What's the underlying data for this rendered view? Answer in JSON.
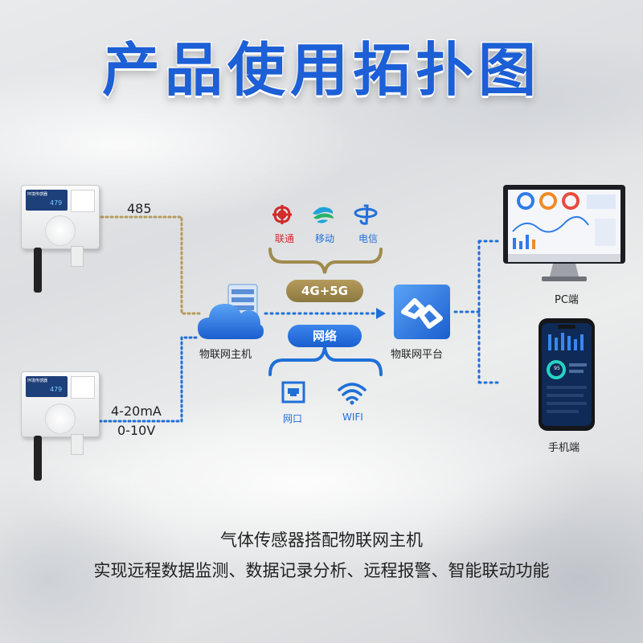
{
  "title": "产品使用拓扑图",
  "sensor_top": {
    "label": "485",
    "screen_title": "环境传感器",
    "screen_value": "479"
  },
  "sensor_bottom": {
    "label_line1": "4-20mA",
    "label_line2": "0-10V",
    "screen_title": "环境传感器",
    "screen_value": "479"
  },
  "host": {
    "label": "物联网主机"
  },
  "platform": {
    "label": "物联网平台"
  },
  "carriers": [
    {
      "name": "联通"
    },
    {
      "name": "移动"
    },
    {
      "name": "电信"
    }
  ],
  "link_cellular": "4G+5G",
  "link_network": "网络",
  "network_options": [
    {
      "name": "网口"
    },
    {
      "name": "WIFI"
    }
  ],
  "clients": [
    {
      "name": "PC端"
    },
    {
      "name": "手机端"
    }
  ],
  "phone_screen_value": "95",
  "caption": {
    "line1": "气体传感器搭配物联网主机",
    "line2": "实现远程数据监测、数据记录分析、远程报警、智能联动功能"
  },
  "colors": {
    "title_blue": "#1c5fd6",
    "link_blue": "#1f6fd8",
    "gold": "#a08a4e",
    "dotted_gold": "#b59b5c",
    "carrier_red": "#d22a2a"
  },
  "icons": [
    "china-unicom-logo-icon",
    "china-mobile-logo-icon",
    "china-telecom-logo-icon",
    "ethernet-port-icon",
    "wifi-icon",
    "cloud-server-icon",
    "iot-platform-icon",
    "monitor-icon",
    "smartphone-icon"
  ]
}
